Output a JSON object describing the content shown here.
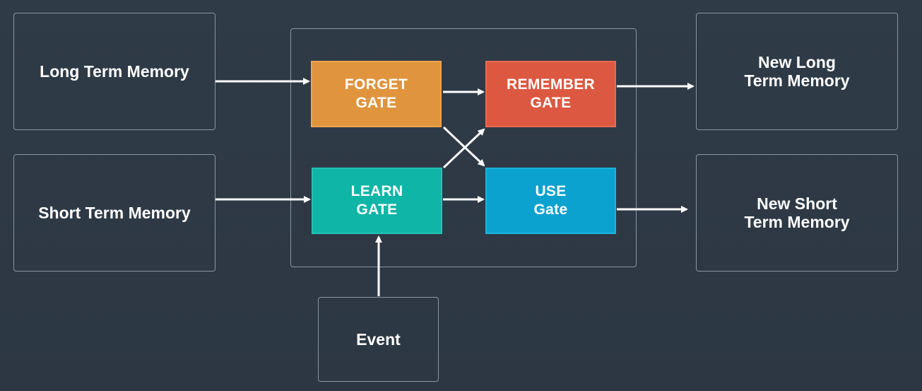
{
  "inputs": {
    "long_term_memory": "Long Term Memory",
    "short_term_memory": "Short Term Memory",
    "event": "Event"
  },
  "gates": {
    "forget": "FORGET\nGATE",
    "learn": "LEARN\nGATE",
    "remember": "REMEMBER\nGATE",
    "use": "USE\nGate"
  },
  "outputs": {
    "new_long_term_memory": "New Long\nTerm Memory",
    "new_short_term_memory": "New Short\nTerm Memory"
  },
  "colors": {
    "background": "#2e3a46",
    "outline": "#8a96a3",
    "forget_gate": "#e0943e",
    "learn_gate": "#0fb5a6",
    "remember_gate": "#dc5841",
    "use_gate": "#0ba2cf",
    "arrow": "#ffffff"
  }
}
